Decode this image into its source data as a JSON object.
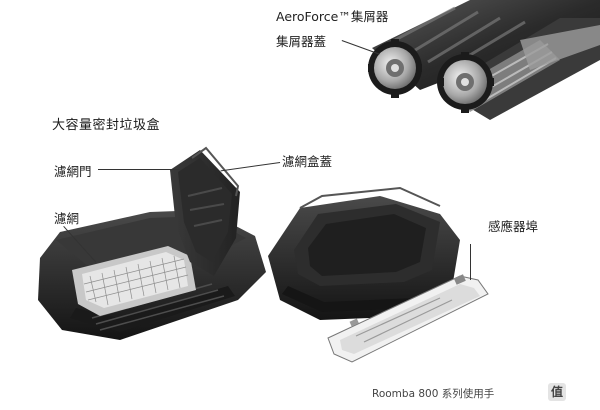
{
  "top_right": {
    "aeroforce_label": "AeroForce™集屑器",
    "cover_label": "集屑器蓋"
  },
  "section": {
    "heading": "大容量密封垃圾盒"
  },
  "left_illustration": {
    "filter_door_label": "濾網門",
    "filter_cover_label": "濾網盒蓋",
    "filter_label": "濾網"
  },
  "right_illustration": {
    "sensor_port_label": "感應器埠"
  },
  "footer": {
    "manual_title": "Roomba 800 系列使用手",
    "page_mark": "值"
  }
}
